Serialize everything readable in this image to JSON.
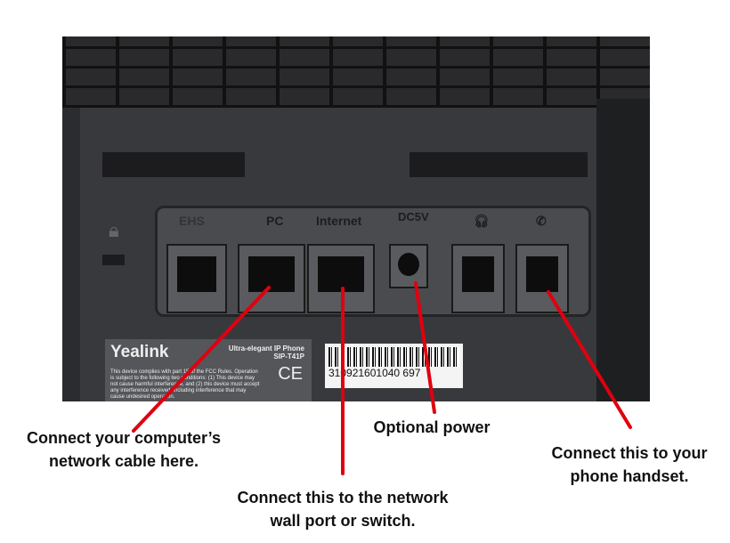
{
  "photo": {
    "port_labels": [
      "EHS",
      "PC",
      "Internet",
      "DC5V"
    ],
    "brand": "Yealink",
    "model_line1": "Ultra-elegant IP Phone",
    "model_line2": "SIP-T41P",
    "ce_mark": "CE",
    "fcc_text": "This device complies with part 15 of the FCC Rules. Operation is subject to the following two conditions: (1) This device may not cause harmful interference, and (2) this device must accept any interference received, including interference that may cause undesired operation.",
    "serial": "310921601040 697"
  },
  "callouts": {
    "pc": [
      "Connect your computer’s",
      "network cable here."
    ],
    "internet": [
      "Connect this to the network",
      "wall port or switch."
    ],
    "power": [
      "Optional power"
    ],
    "handset": [
      "Connect this to your",
      "phone handset."
    ],
    "line_color": "#e0000f"
  }
}
